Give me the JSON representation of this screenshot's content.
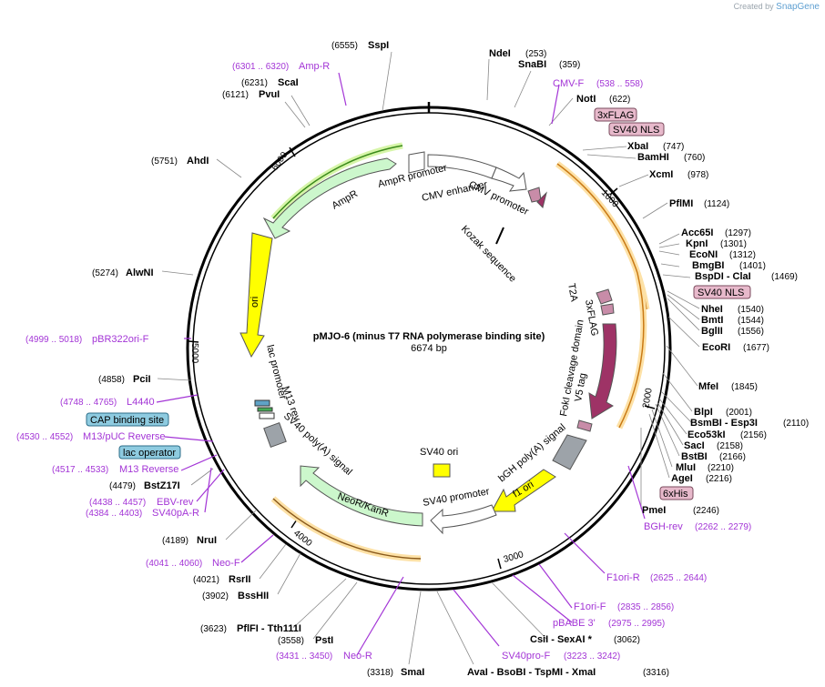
{
  "credit": {
    "prefix": "Created by",
    "brand": "SnapGene"
  },
  "plasmid": {
    "name": "pMJO-6 (minus T7 RNA polymerase binding site)",
    "length": "6674 bp"
  },
  "ticks": [
    "1000",
    "2000",
    "3000",
    "4000",
    "5000",
    "6000"
  ],
  "restriction_sites": [
    {
      "pos": "(6555)",
      "name": "SspI"
    },
    {
      "pos": "(6231)",
      "name": "ScaI"
    },
    {
      "pos": "(6121)",
      "name": "PvuI"
    },
    {
      "pos": "(5751)",
      "name": "AhdI"
    },
    {
      "pos": "(5274)",
      "name": "AlwNI"
    },
    {
      "pos": "(4858)",
      "name": "PciI"
    },
    {
      "pos": "(4479)",
      "name": "BstZ17I"
    },
    {
      "pos": "(4189)",
      "name": "NruI"
    },
    {
      "pos": "(4021)",
      "name": "RsrII"
    },
    {
      "pos": "(3902)",
      "name": "BssHII"
    },
    {
      "pos": "(3623)",
      "name": "PflFI - Tth111I"
    },
    {
      "pos": "(3558)",
      "name": "PstI"
    },
    {
      "pos": "(3318)",
      "name": "SmaI"
    },
    {
      "pos": "",
      "name": "AvaI - BsoBI - TspMI - XmaI"
    },
    {
      "pos": "(3316)",
      "name": ""
    },
    {
      "pos": "(3062)",
      "name": "CsiI - SexAI *"
    },
    {
      "pos": "(253)",
      "name": "NdeI"
    },
    {
      "pos": "(359)",
      "name": "SnaBI"
    },
    {
      "pos": "(622)",
      "name": "NotI"
    },
    {
      "pos": "(747)",
      "name": "XbaI"
    },
    {
      "pos": "(760)",
      "name": "BamHI"
    },
    {
      "pos": "(978)",
      "name": "XcmI"
    },
    {
      "pos": "(1124)",
      "name": "PflMI"
    },
    {
      "pos": "(1297)",
      "name": "Acc65I"
    },
    {
      "pos": "(1301)",
      "name": "KpnI"
    },
    {
      "pos": "(1312)",
      "name": "EcoNI"
    },
    {
      "pos": "(1401)",
      "name": "BmgBI"
    },
    {
      "pos": "(1469)",
      "name": "BspDI - ClaI"
    },
    {
      "pos": "(1540)",
      "name": "NheI"
    },
    {
      "pos": "(1544)",
      "name": "BmtI"
    },
    {
      "pos": "(1556)",
      "name": "BglII"
    },
    {
      "pos": "(1677)",
      "name": "EcoRI"
    },
    {
      "pos": "(1845)",
      "name": "MfeI"
    },
    {
      "pos": "(2001)",
      "name": "BlpI"
    },
    {
      "pos": "(2110)",
      "name": "BsmBI - Esp3I"
    },
    {
      "pos": "(2156)",
      "name": "Eco53kI"
    },
    {
      "pos": "(2158)",
      "name": "SacI"
    },
    {
      "pos": "(2166)",
      "name": "BstBI"
    },
    {
      "pos": "(2210)",
      "name": "MluI"
    },
    {
      "pos": "(2216)",
      "name": "AgeI"
    },
    {
      "pos": "(2246)",
      "name": "PmeI"
    }
  ],
  "primers": [
    {
      "range": "(6301 .. 6320)",
      "name": "Amp-R"
    },
    {
      "range": "(4999 .. 5018)",
      "name": "pBR322ori-F"
    },
    {
      "range": "(4748 .. 4765)",
      "name": "L4440"
    },
    {
      "range": "(4530 .. 4552)",
      "name": "M13/pUC Reverse"
    },
    {
      "range": "(4517 .. 4533)",
      "name": "M13 Reverse"
    },
    {
      "range": "(4438 .. 4457)",
      "name": "EBV-rev"
    },
    {
      "range": "(4384 .. 4403)",
      "name": "SV40pA-R"
    },
    {
      "range": "(4041 .. 4060)",
      "name": "Neo-F"
    },
    {
      "range": "(3431 .. 3450)",
      "name": "Neo-R"
    },
    {
      "range": "(3223 .. 3242)",
      "name": "SV40pro-F"
    },
    {
      "range": "(2975 .. 2995)",
      "name": "pBABE 3'"
    },
    {
      "range": "(2835 .. 2856)",
      "name": "F1ori-F"
    },
    {
      "range": "(2625 .. 2644)",
      "name": "F1ori-R"
    },
    {
      "range": "(2262 .. 2279)",
      "name": "BGH-rev"
    },
    {
      "range": "(538 .. 558)",
      "name": "CMV-F"
    }
  ],
  "boxed_features": [
    "3xFLAG",
    "SV40 NLS",
    "SV40 NLS",
    "6xHis",
    "CAP binding site",
    "lac operator"
  ],
  "features": {
    "ampr": "AmpR",
    "ampr_promoter": "AmpR promoter",
    "cmv_enhancer": "CMV enhancer",
    "cmv_promoter": "CMV promoter",
    "kozak": "Kozak sequence",
    "ori": "ori",
    "lac_promoter": "lac promoter",
    "m13_rev": "M13 rev",
    "sv40_polya": "SV40 poly(A) signal",
    "neo": "NeoR/KanR",
    "sv40_ori": "SV40 ori",
    "sv40_promoter": "SV40 promoter",
    "f1_ori": "f1 ori",
    "bgh": "bGH poly(A) signal",
    "v5": "V5 tag",
    "foki": "FokI cleavage domain",
    "t2a": "T2A",
    "flag3": "3xFLAG"
  },
  "colors": {
    "backbone": "#000000",
    "primer": "#a335d6",
    "ampr": "#ccf7cc",
    "ori": "#ffff00",
    "neo": "#ccf7cc",
    "foki": "#9e3366",
    "orf_outline": "#f5a623",
    "box_pink": "#e7b9cb",
    "box_blue": "#8ecbe0"
  }
}
